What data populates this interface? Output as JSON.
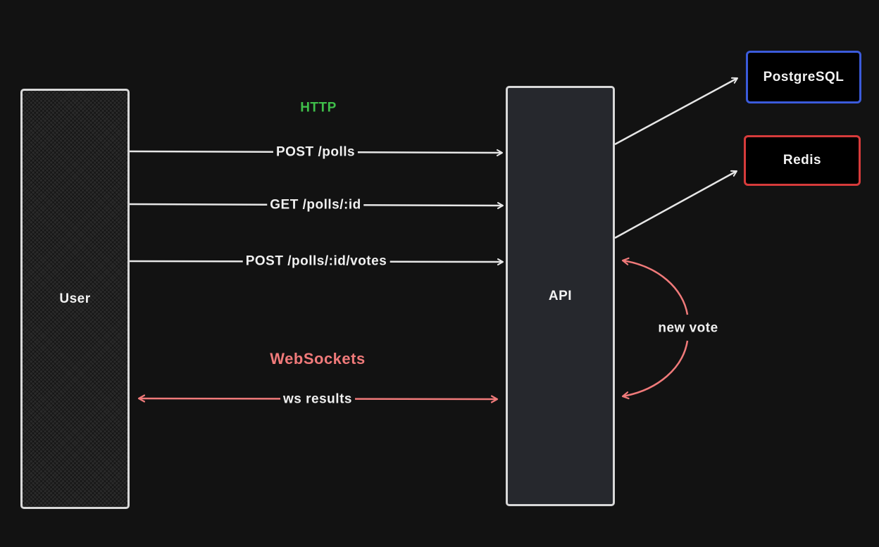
{
  "nodes": {
    "user": "User",
    "api": "API",
    "postgres": "PostgreSQL",
    "redis": "Redis"
  },
  "sections": {
    "http": "HTTP",
    "websockets": "WebSockets"
  },
  "edges": {
    "post_polls": "POST /polls",
    "get_poll": "GET /polls/:id",
    "post_votes": "POST /polls/:id/votes",
    "ws_results": "ws results",
    "new_vote": "new vote"
  },
  "colors": {
    "background": "#121212",
    "http": "#3fbf4a",
    "websockets": "#f07a7a",
    "postgres_border": "#3b5bdb",
    "redis_border": "#d63b3b",
    "arrow": "#e6e6e6"
  }
}
